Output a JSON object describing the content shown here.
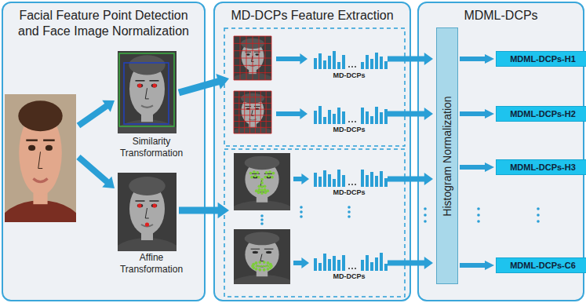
{
  "diagram": {
    "nodes": [
      {
        "text": [
          "Facial Feature Point Detection and Face Image Normalization"
        ]
      },
      {
        "text": [
          "MD-DCPs Feature Extraction"
        ]
      },
      {
        "text": [
          "MDML-DCPs"
        ]
      },
      {
        "text": [
          "Histogram Normalization"
        ],
        "in": 2
      },
      {
        "text": [
          "MDML-DCPs-H1"
        ],
        "in": 2
      },
      {
        "text": [
          "MDML-DCPs-H2"
        ],
        "in": 2
      },
      {
        "text": [
          "MDML-DCPs-H3"
        ],
        "in": 2
      },
      {
        "text": [
          "MDML-DCPs-C6"
        ],
        "in": 2
      }
    ],
    "edges": [
      {
        "from": 3,
        "to": 4,
        "arrow": "to"
      },
      {
        "from": 3,
        "to": 5,
        "arrow": "to"
      },
      {
        "from": 3,
        "to": 6,
        "arrow": "to"
      },
      {
        "from": 3,
        "to": 7,
        "arrow": "to"
      }
    ],
    "labels": [
      "Similarity Transformation",
      "Affine Transformation",
      "MD-DCPs",
      "MD-DCPs",
      "MD-DCPs",
      "MD-DCPs"
    ]
  }
}
